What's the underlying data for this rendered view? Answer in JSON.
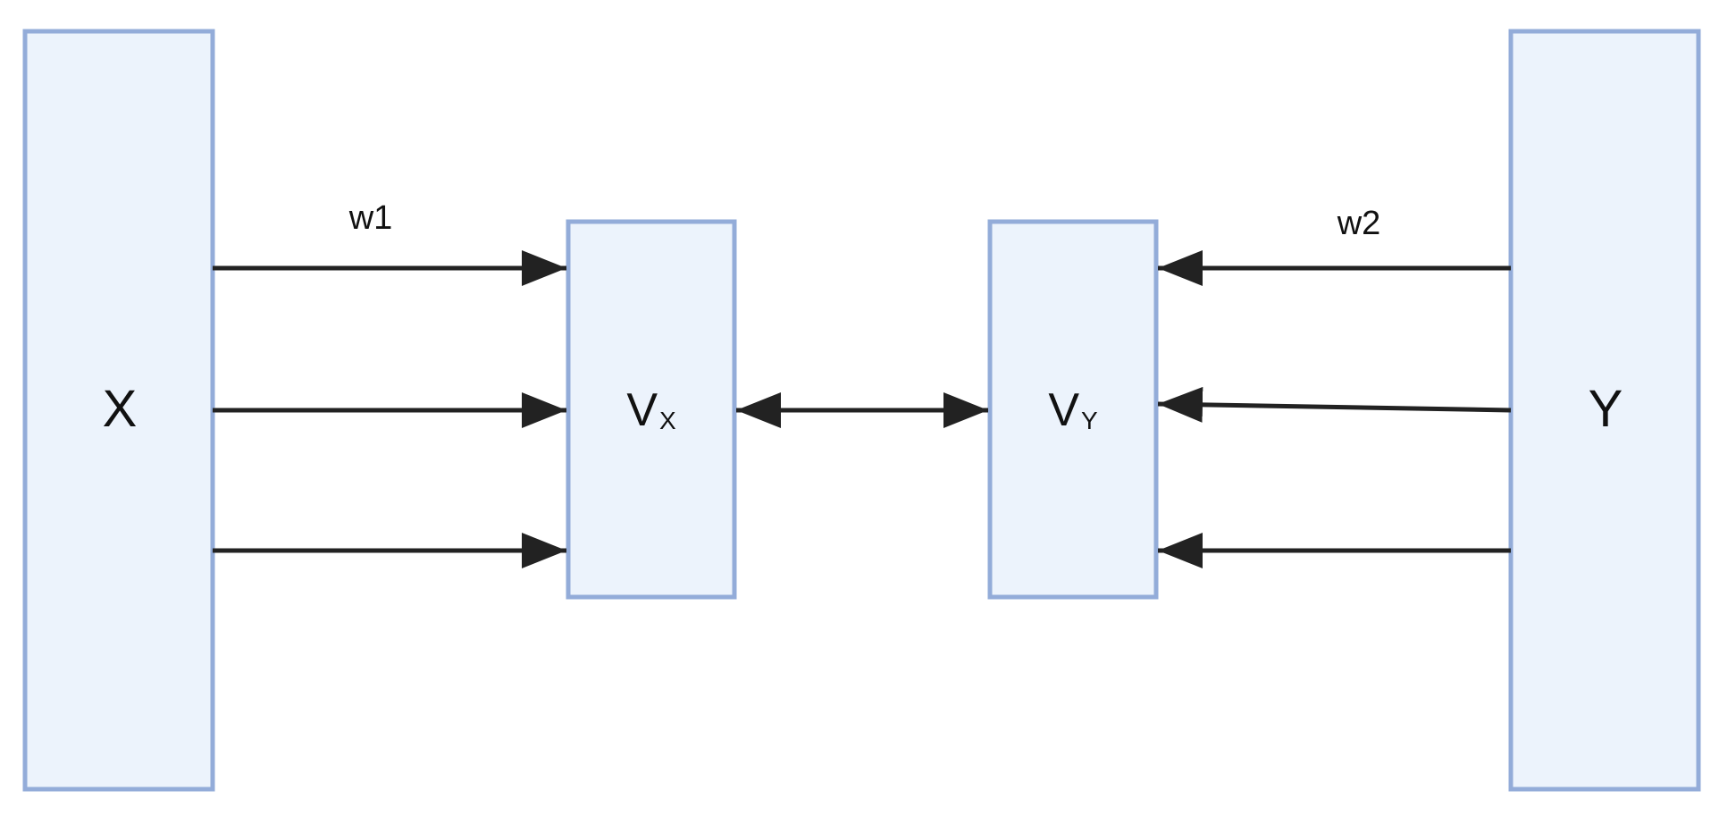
{
  "nodes": {
    "x": {
      "label": "X"
    },
    "vx": {
      "label": "V",
      "subscript": "X"
    },
    "vy": {
      "label": "V",
      "subscript": "Y"
    },
    "y": {
      "label": "Y"
    }
  },
  "edges": {
    "w1": {
      "label": "w1"
    },
    "w2": {
      "label": "w2"
    }
  },
  "colors": {
    "box_fill": "#ecf3fc",
    "box_border": "#93acd9",
    "arrow": "#222222"
  }
}
